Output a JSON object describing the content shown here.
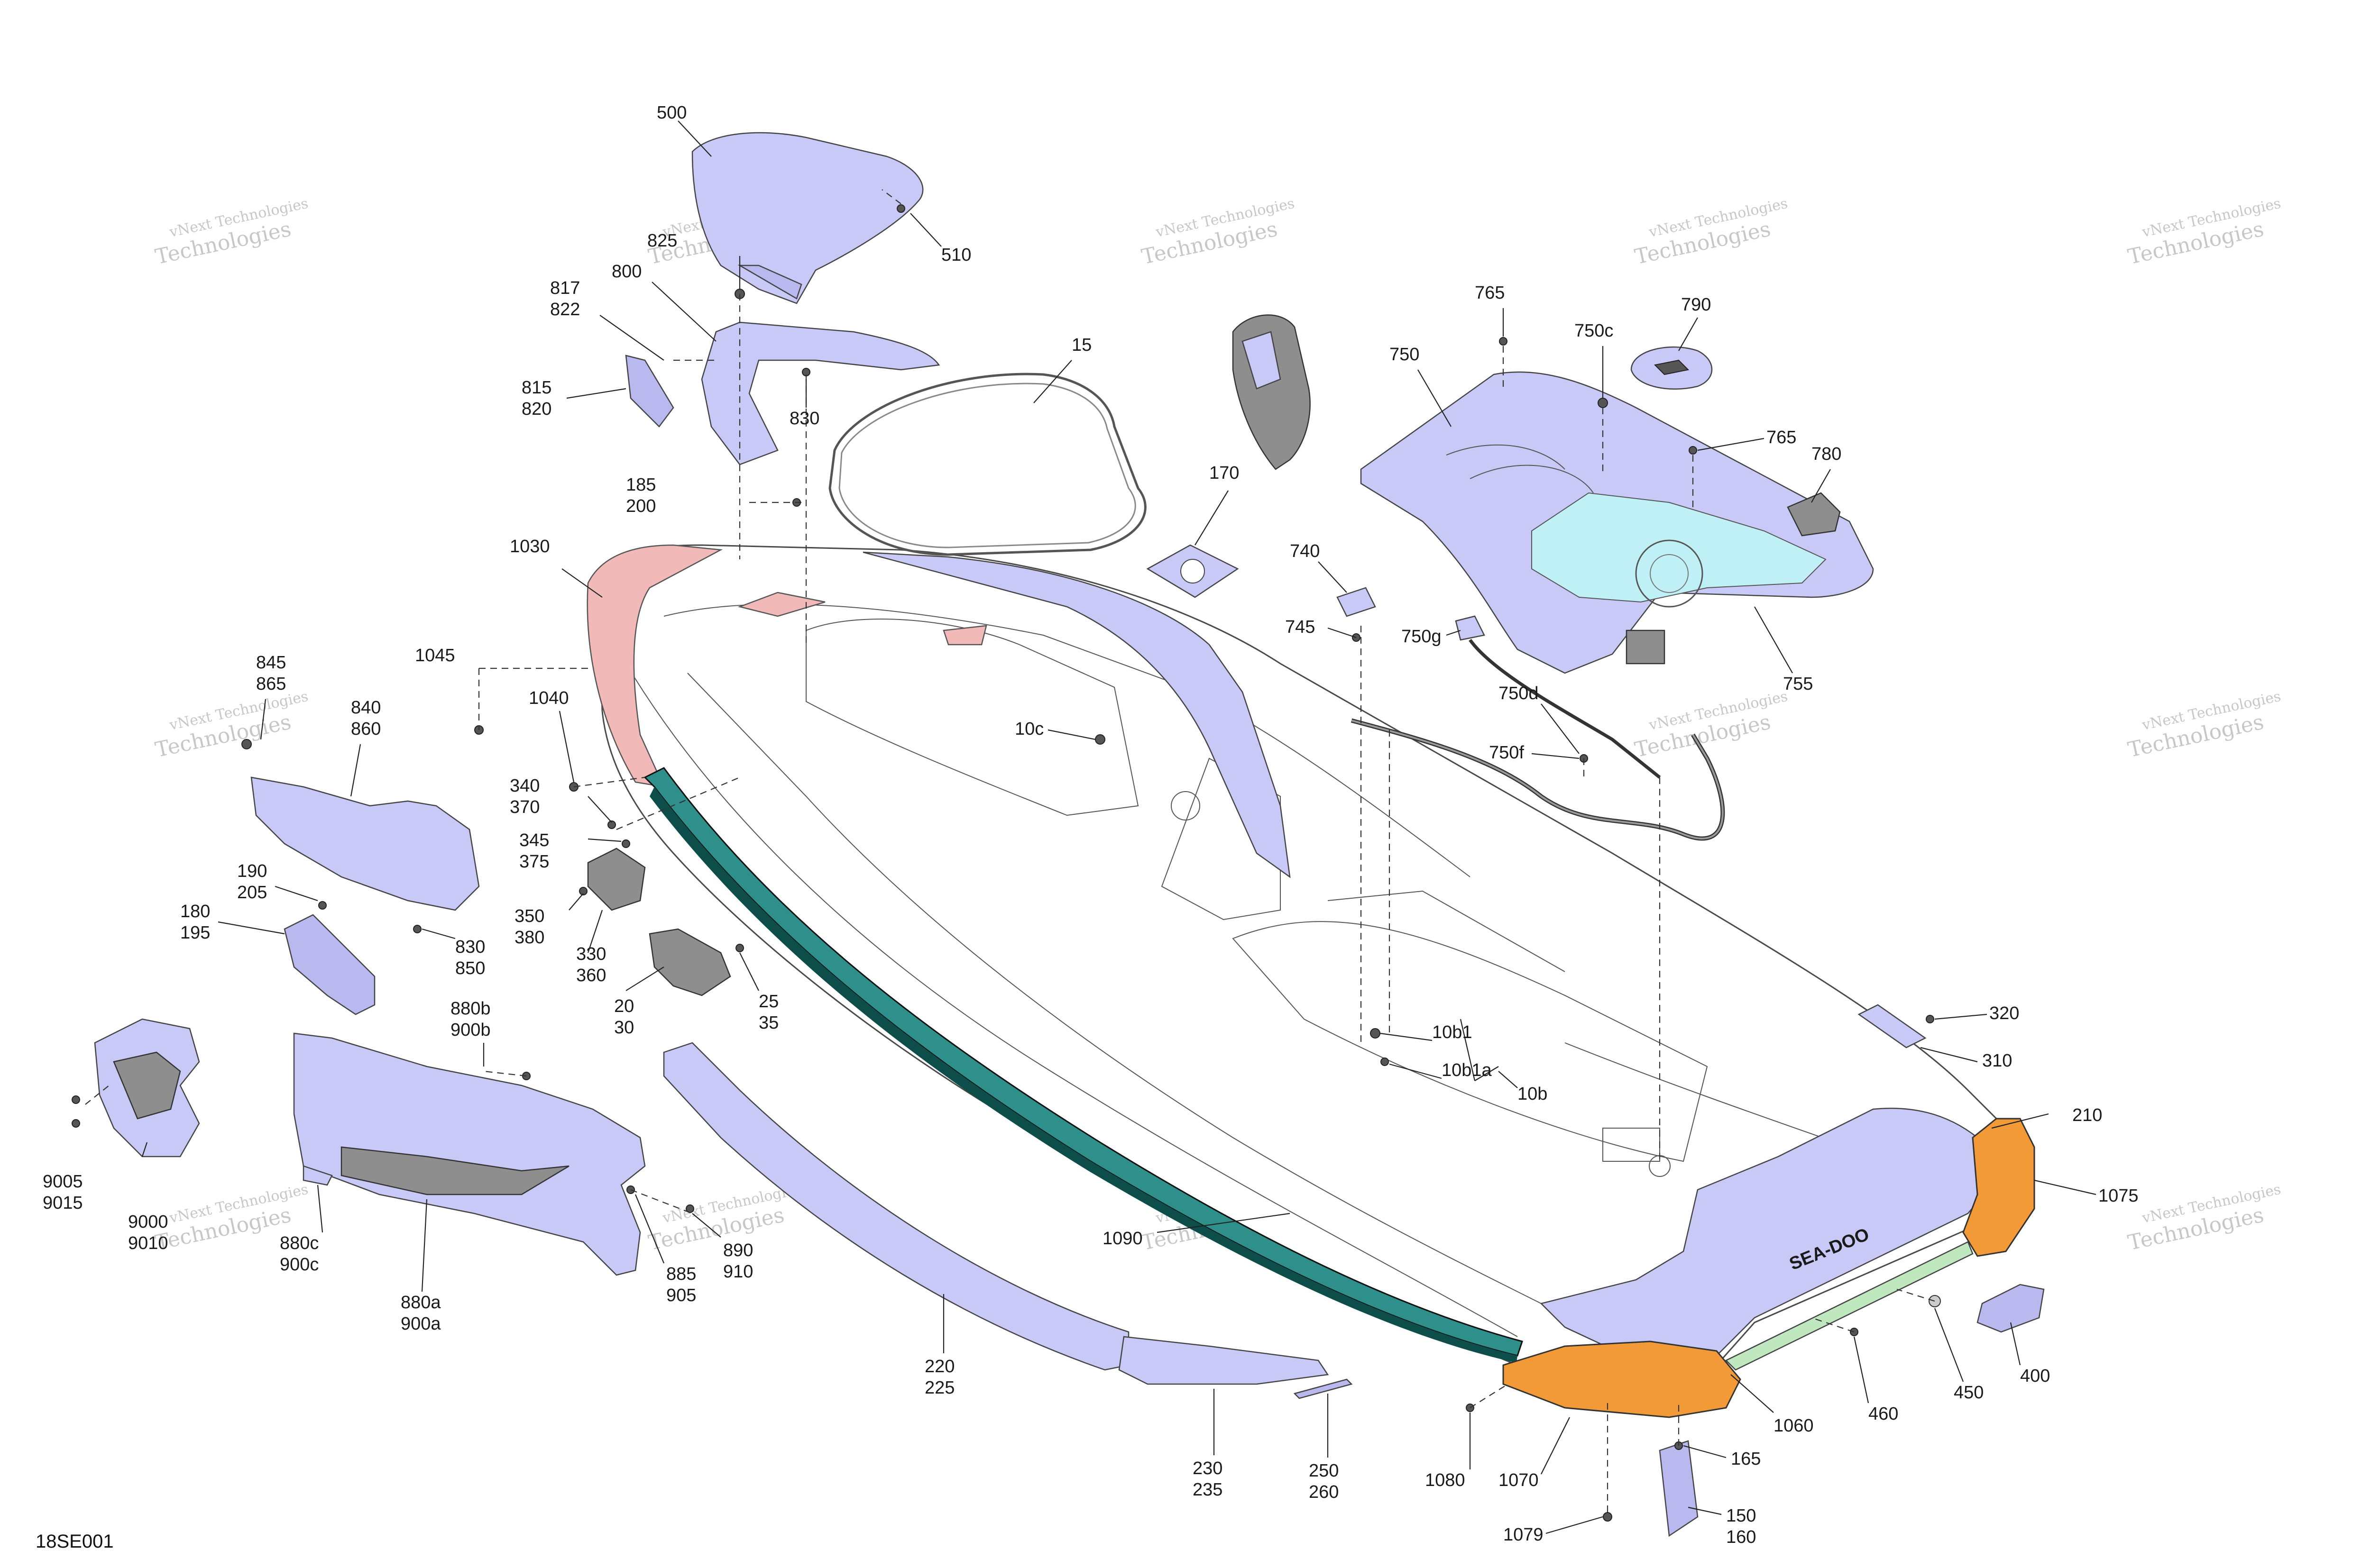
{
  "labels": {
    "l500": "500",
    "l510": "510",
    "l825": "825",
    "l817": "817",
    "l822": "822",
    "l800": "800",
    "l815": "815",
    "l820": "820",
    "l830a": "830",
    "l15": "15",
    "l185": "185",
    "l200": "200",
    "l170": "170",
    "l765a": "765",
    "l750c": "750c",
    "l790": "790",
    "l750": "750",
    "l765b": "765",
    "l780": "780",
    "l740": "740",
    "l745": "745",
    "l750g": "750g",
    "l755": "755",
    "l750d": "750d",
    "l750f": "750f",
    "l1030": "1030",
    "l1045": "1045",
    "l845": "845",
    "l865": "865",
    "l840": "840",
    "l860": "860",
    "l1040": "1040",
    "l10c": "10c",
    "l340": "340",
    "l370": "370",
    "l345": "345",
    "l375": "375",
    "l190": "190",
    "l205": "205",
    "l180": "180",
    "l195": "195",
    "l350": "350",
    "l380": "380",
    "l830b": "830",
    "l850": "850",
    "l330": "330",
    "l360": "360",
    "l20": "20",
    "l30": "30",
    "l25": "25",
    "l35": "35",
    "l880b": "880b",
    "l900b": "900b",
    "l10b1": "10b1",
    "l10b1a": "10b1a",
    "l10b": "10b",
    "l320": "320",
    "l310": "310",
    "l210": "210",
    "l1075": "1075",
    "l9005": "9005",
    "l9015": "9015",
    "l9000": "9000",
    "l9010": "9010",
    "l880c": "880c",
    "l900c": "900c",
    "l880a": "880a",
    "l900a": "900a",
    "l885": "885",
    "l905": "905",
    "l890": "890",
    "l910": "910",
    "l1090": "1090",
    "l220": "220",
    "l225": "225",
    "l230": "230",
    "l235": "235",
    "l250": "250",
    "l260": "260",
    "l1080": "1080",
    "l1070": "1070",
    "l1060": "1060",
    "l460": "460",
    "l450": "450",
    "l400": "400",
    "l165": "165",
    "l150": "150",
    "l160": "160",
    "l1079": "1079"
  },
  "watermark": {
    "line1": "vNext Technologies",
    "line2": "Technologies"
  },
  "brand_text": "SEA-DOO",
  "reference": "18SE001",
  "colors": {
    "violet": "#c9c9f7",
    "cyan": "#bff0f5",
    "pink": "#f2b9b9",
    "teal": "#2f8f8a",
    "orange": "#f39a38",
    "green": "#bfe8bf"
  }
}
